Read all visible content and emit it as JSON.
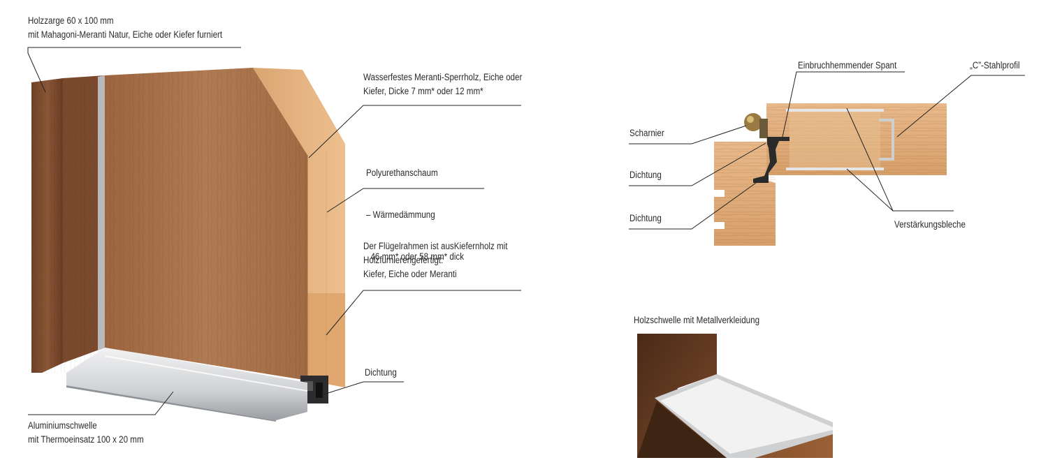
{
  "main_section": {
    "labels": {
      "frame": [
        "Holzzarge 60 x 100 mm",
        "mit Mahagoni-Meranti Natur, Eiche oder Kiefer furniert"
      ],
      "plywood": [
        "Wasserfestes Meranti-Sperrholz, Eiche oder",
        "Kiefer, Dicke 7 mm* oder 12 mm*"
      ],
      "foam": [
        "Polyurethanschaum",
        "– Wärmedämmung",
        "  46 mm* oder 58 mm* dick"
      ],
      "sash": [
        "Der Flügelrahmen ist ausKiefernholz mit",
        "Holzfurnierengefertigt:",
        "Kiefer, Eiche oder Meranti"
      ],
      "seal": [
        "Dichtung"
      ],
      "threshold": [
        "Aluminiumschwelle",
        "mit Thermoeinsatz 100 x 20 mm"
      ]
    }
  },
  "section_detail": {
    "labels": {
      "spant": "Einbruchhemmender Spant",
      "steel": "„C”-Stahlprofil",
      "hinge": "Scharnier",
      "seal_1": "Dichtung",
      "seal_2": "Dichtung",
      "plates": "Verstärkungsbleche"
    }
  },
  "threshold_detail": {
    "title": "Holzschwelle mit Metallverkleidung"
  },
  "colors": {
    "frame_dark": "#7a4a2e",
    "panel_oak": "#a9714a",
    "edge_pine": "#e3b27f",
    "aluminium": "#d9dadc",
    "leader_line": "#222222"
  }
}
